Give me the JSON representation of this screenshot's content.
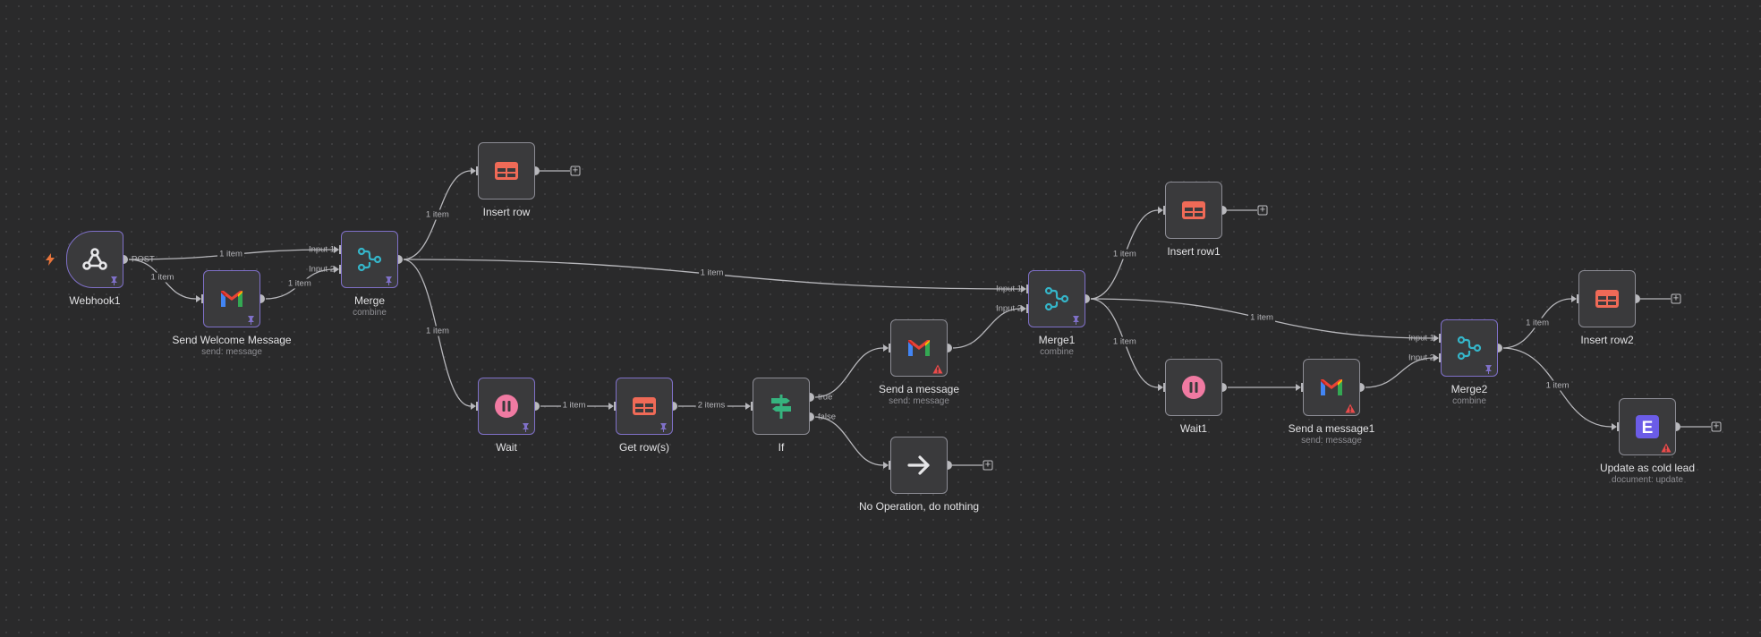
{
  "canvas": {
    "colors": {
      "background": "#2a2a2b",
      "node_fill": "#3a3a3c",
      "node_border": "#8c8c94",
      "pinned_border": "#7f70c8",
      "edge": "#b7b7bb",
      "warning": "#ea4b4b",
      "trigger": "#e8743b"
    }
  },
  "nodes": [
    {
      "id": "webhook1",
      "label": "Webhook1",
      "subtitle": "",
      "icon": "webhook-icon",
      "trigger": true,
      "pinned": true,
      "warning": false
    },
    {
      "id": "send_welcome",
      "label": "Send Welcome Message",
      "subtitle": "send: message",
      "icon": "gmail-icon",
      "pinned": true,
      "warning": false
    },
    {
      "id": "merge",
      "label": "Merge",
      "subtitle": "combine",
      "icon": "merge-icon",
      "pinned": true,
      "warning": false
    },
    {
      "id": "insert_row",
      "label": "Insert row",
      "subtitle": "",
      "icon": "table-icon",
      "pinned": false,
      "warning": false
    },
    {
      "id": "wait",
      "label": "Wait",
      "subtitle": "",
      "icon": "pause-icon",
      "pinned": true,
      "warning": false
    },
    {
      "id": "get_rows",
      "label": "Get row(s)",
      "subtitle": "",
      "icon": "table-icon",
      "pinned": true,
      "warning": false
    },
    {
      "id": "if",
      "label": "If",
      "subtitle": "",
      "icon": "signpost-icon",
      "pinned": false,
      "warning": false
    },
    {
      "id": "send_a_message",
      "label": "Send a message",
      "subtitle": "send: message",
      "icon": "gmail-icon",
      "pinned": false,
      "warning": true
    },
    {
      "id": "noop",
      "label": "No Operation, do nothing",
      "subtitle": "",
      "icon": "arrow-right-icon",
      "pinned": false,
      "warning": false
    },
    {
      "id": "merge1",
      "label": "Merge1",
      "subtitle": "combine",
      "icon": "merge-icon",
      "pinned": true,
      "warning": false
    },
    {
      "id": "insert_row1",
      "label": "Insert row1",
      "subtitle": "",
      "icon": "table-icon",
      "pinned": false,
      "warning": false
    },
    {
      "id": "wait1",
      "label": "Wait1",
      "subtitle": "",
      "icon": "pause-icon",
      "pinned": false,
      "warning": false
    },
    {
      "id": "send_a_message1",
      "label": "Send a message1",
      "subtitle": "send: message",
      "icon": "gmail-icon",
      "pinned": false,
      "warning": true
    },
    {
      "id": "merge2",
      "label": "Merge2",
      "subtitle": "combine",
      "icon": "merge-icon",
      "pinned": true,
      "warning": false
    },
    {
      "id": "insert_row2",
      "label": "Insert row2",
      "subtitle": "",
      "icon": "table-icon",
      "pinned": false,
      "warning": false
    },
    {
      "id": "update_cold_lead",
      "label": "Update as cold lead",
      "subtitle": "document: update",
      "icon": "e-letter-icon",
      "pinned": false,
      "warning": true
    }
  ],
  "port_labels": {
    "webhook_out": "POST",
    "if_true": "true",
    "if_false": "false",
    "input1": "Input 1",
    "input2": "Input 2"
  },
  "edges": [
    {
      "from": "webhook1",
      "to": "merge",
      "to_port": 1,
      "label": "1 item"
    },
    {
      "from": "webhook1",
      "to": "send_welcome",
      "label": "1 item"
    },
    {
      "from": "send_welcome",
      "to": "merge",
      "to_port": 2,
      "label": "1 item"
    },
    {
      "from": "merge",
      "to": "insert_row",
      "label": "1 item"
    },
    {
      "from": "merge",
      "to": "wait",
      "label": "1 item"
    },
    {
      "from": "merge",
      "to": "merge1",
      "to_port": 1,
      "label": "1 item"
    },
    {
      "from": "wait",
      "to": "get_rows",
      "label": "1 item"
    },
    {
      "from": "get_rows",
      "to": "if",
      "label": "2 items"
    },
    {
      "from": "if",
      "from_port": "true",
      "to": "send_a_message",
      "label": ""
    },
    {
      "from": "if",
      "from_port": "false",
      "to": "noop",
      "label": ""
    },
    {
      "from": "send_a_message",
      "to": "merge1",
      "to_port": 2,
      "label": ""
    },
    {
      "from": "merge1",
      "to": "insert_row1",
      "label": "1 item"
    },
    {
      "from": "merge1",
      "to": "wait1",
      "label": "1 item"
    },
    {
      "from": "merge1",
      "to": "merge2",
      "to_port": 1,
      "label": "1 item"
    },
    {
      "from": "wait1",
      "to": "send_a_message1",
      "label": ""
    },
    {
      "from": "send_a_message1",
      "to": "merge2",
      "to_port": 2,
      "label": ""
    },
    {
      "from": "merge2",
      "to": "insert_row2",
      "label": "1 item"
    },
    {
      "from": "merge2",
      "to": "update_cold_lead",
      "label": "1 item"
    }
  ],
  "add_buttons": {
    "symbol": "+"
  }
}
